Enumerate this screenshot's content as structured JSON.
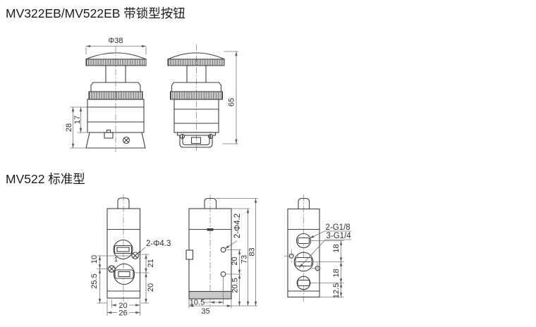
{
  "section_locked": {
    "title": "MV322EB/MV522EB 带锁型按钮",
    "front_view": {
      "dim_cap_diameter": "Φ38",
      "dim_upper": "17",
      "dim_lower": "28"
    },
    "side_view": {
      "dim_height": "65"
    }
  },
  "section_standard": {
    "title": "MV522 标准型",
    "front_view": {
      "label_mount_holes": "2-Φ4.3",
      "port_number": "1",
      "dim_hole_offset": "10",
      "dim_hole_bottom": "25.5",
      "dim_right_upper": "21",
      "dim_right_lower": "20",
      "dim_width_inner": "20",
      "dim_width_outer": "26"
    },
    "side_view": {
      "label_holes": "2-Φ4.2",
      "dim_holes_gap": "20",
      "dim_body_height": "73",
      "dim_total_height": "83",
      "dim_hole_bottom": "20.5",
      "dim_hole_offset": "10.5",
      "dim_depth": "35"
    },
    "back_view": {
      "label_port_2": "2-G1/8",
      "label_port_3": "3-G1/4",
      "dim_gap_upper": "18",
      "dim_gap_lower": "18",
      "dim_bottom": "12.5"
    }
  }
}
